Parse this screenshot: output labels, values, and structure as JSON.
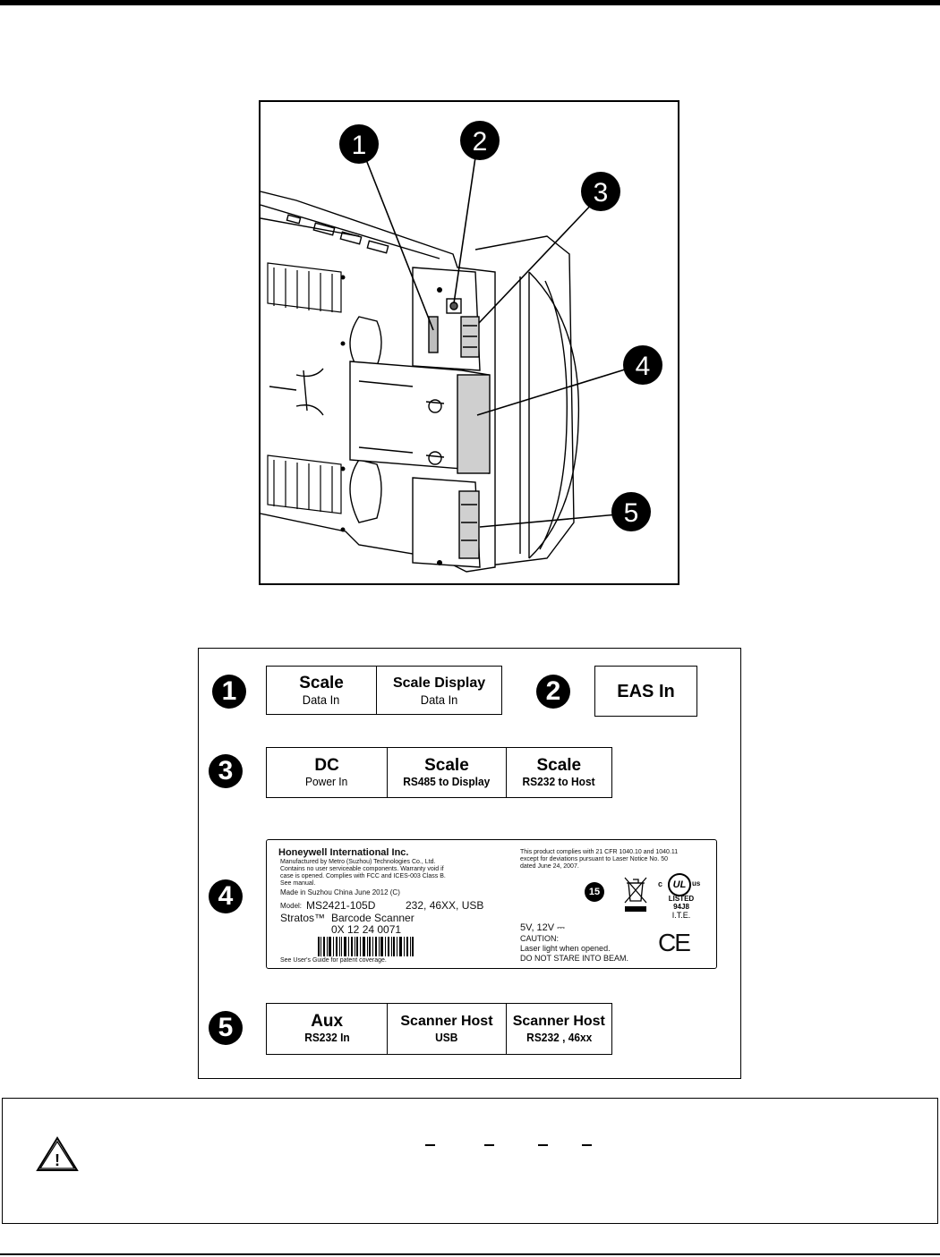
{
  "callouts": [
    "1",
    "2",
    "3",
    "4",
    "5"
  ],
  "labels": {
    "row1": {
      "bullet": "1",
      "cells": [
        {
          "title": "Scale",
          "sub": "Data In"
        },
        {
          "title": "Scale Display",
          "sub": "Data In"
        }
      ]
    },
    "row2": {
      "bullet": "2",
      "cells": [
        {
          "title": "EAS In"
        }
      ]
    },
    "row3": {
      "bullet": "3",
      "cells": [
        {
          "title": "DC",
          "sub": "Power In"
        },
        {
          "title": "Scale",
          "sub": "RS485 to Display"
        },
        {
          "title": "Scale",
          "sub": "RS232 to Host"
        }
      ]
    },
    "row4": {
      "bullet": "4",
      "product_label": {
        "company": "Honeywell International Inc.",
        "manufactured": "Manufactured by Metro (Suzhou) Technologies Co., Ltd.",
        "line_warranty1": "Contains no user serviceable components.  Warranty void if",
        "line_warranty2": "case is opened.  Complies with FCC and ICES-003  Class B.",
        "line_manual": "See manual.",
        "made_in": "Made in Suzhou China    June  2012  (C)",
        "model_label": "Model:",
        "model_value": "MS2421-105D",
        "model_interfaces": "232, 46XX, USB",
        "product_name": "Stratos™",
        "product_desc": "Barcode Scanner",
        "serial": "0X 12 24 0071",
        "patent_note": "See User's Guide for patent coverage.",
        "compliance1": "This product complies with 21 CFR 1040.10 and 1040.11",
        "compliance2": "except for deviations pursuant to Laser Notice No. 50",
        "compliance3": "dated June 24, 2007.",
        "voltage": "5V, 12V ⎓",
        "caution_title": "CAUTION:",
        "caution_line1": "Laser light when opened.",
        "caution_line2": "DO NOT STARE INTO BEAM.",
        "rohs": "15",
        "ul_listed": "LISTED",
        "ul_code": "94J8",
        "ul_ite": "I.T.E.",
        "ul_c": "c",
        "ul_us": "us",
        "ul_mark": "UL",
        "ce": "CE"
      }
    },
    "row5": {
      "bullet": "5",
      "cells": [
        {
          "title": "Aux",
          "sub": "RS232 In"
        },
        {
          "title": "Scanner Host",
          "sub": "USB"
        },
        {
          "title": "Scanner Host",
          "sub": "RS232 , 46xx"
        }
      ]
    }
  },
  "caution": {
    "icon": "warning-triangle-icon",
    "symbol": "!"
  }
}
